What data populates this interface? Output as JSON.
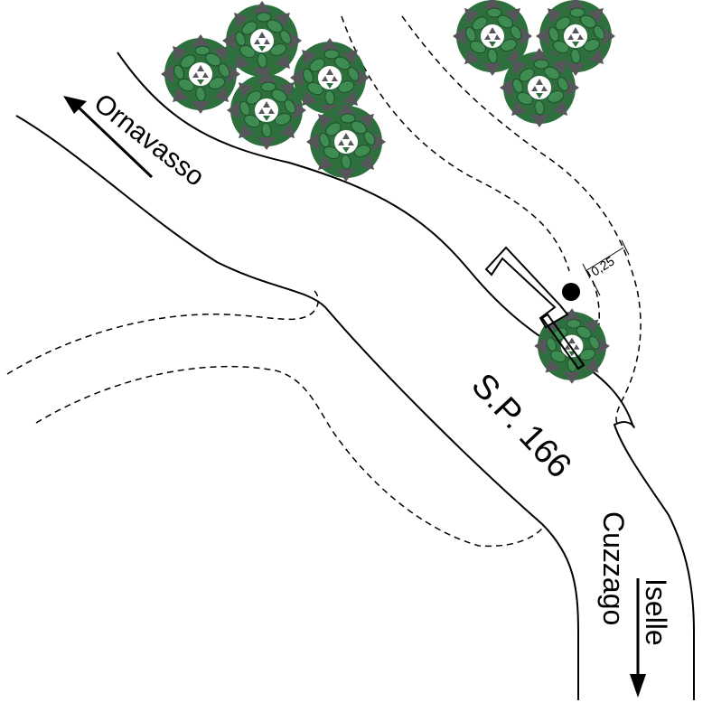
{
  "map": {
    "road_name": "S.P. 166",
    "direction_west": "Ornavasso",
    "direction_south_1": "Cuzzago",
    "direction_south_2": "Iselle",
    "dimension": "0,25"
  },
  "colors": {
    "tree_fill": "#2e6f3e",
    "tree_leaf": "#3f8c53",
    "tree_dark": "#55555a",
    "line": "#000000",
    "background": "#ffffff"
  },
  "legend_icons": {
    "tree": "tree-canopy-icon",
    "arrow": "direction-arrow-icon",
    "sign": "billboard-sign-icon",
    "marker": "position-dot-icon"
  }
}
